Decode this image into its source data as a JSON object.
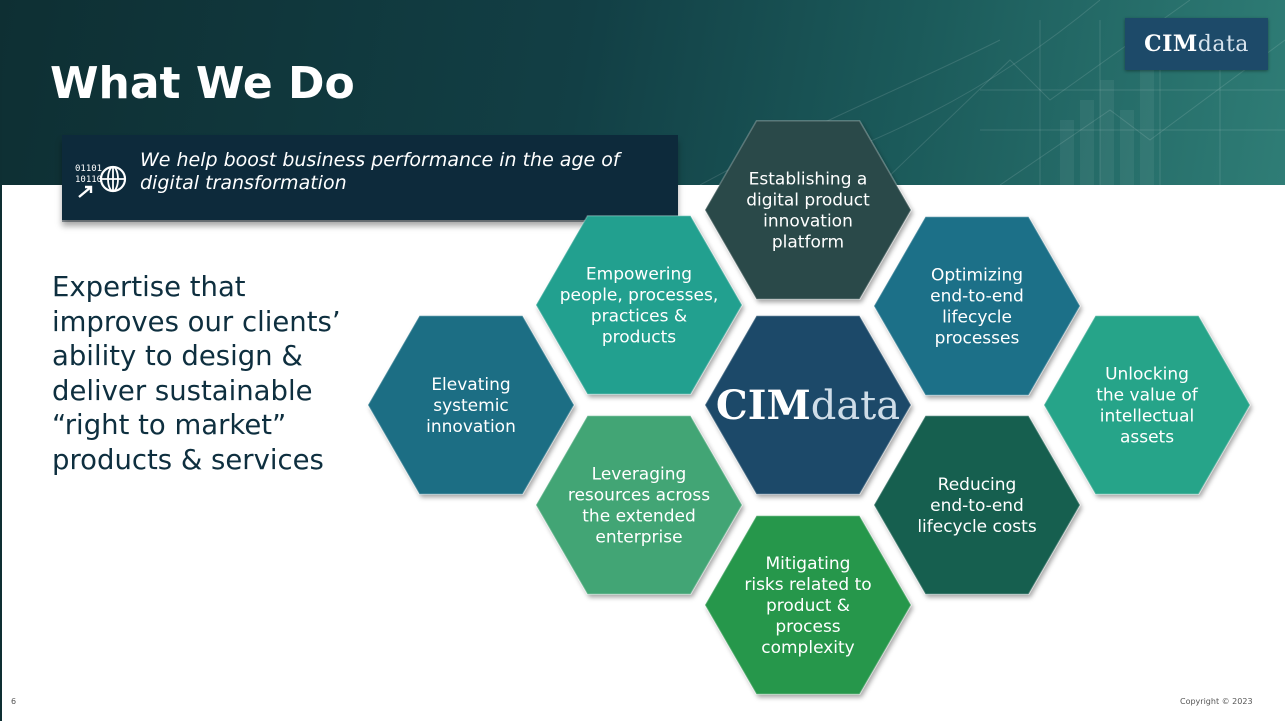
{
  "logo": {
    "part1": "CIM",
    "part2": "data"
  },
  "title": "What We Do",
  "tagline": {
    "icon": "digital-globe-icon",
    "icon_binary_top": "01101",
    "icon_binary_bottom": "10110",
    "text": "We help boost business performance in the age of digital transformation"
  },
  "expertise": "Expertise that improves our clients’ ability to design & deliver sustainable “right to market” products & services",
  "hexagons": {
    "center": {
      "logo_part1": "CIM",
      "logo_part2": "data",
      "color": "#1d4a69"
    },
    "top": {
      "lines": [
        "Establishing a",
        "digital product",
        "innovation",
        "platform"
      ],
      "color": "#2b4848"
    },
    "upper_left": {
      "lines": [
        "Empowering",
        "people, processes,",
        "practices &",
        "products"
      ],
      "color": "#22a08f"
    },
    "upper_right": {
      "lines": [
        "Optimizing",
        "end-to-end",
        "lifecycle",
        "processes"
      ],
      "color": "#1b6f88"
    },
    "far_left": {
      "lines": [
        "Elevating",
        "systemic",
        "innovation"
      ],
      "color": "#1b6e84"
    },
    "far_right": {
      "lines": [
        "Unlocking",
        "the value of",
        "intellectual",
        "assets"
      ],
      "color": "#28a489"
    },
    "lower_left": {
      "lines": [
        "Leveraging",
        "resources across",
        "the extended",
        "enterprise"
      ],
      "color": "#42a574"
    },
    "lower_right": {
      "lines": [
        "Reducing",
        "end-to-end",
        "lifecycle costs"
      ],
      "color": "#185f50"
    },
    "bottom": {
      "lines": [
        "Mitigating",
        "risks related to",
        "product &",
        "process",
        "complexity"
      ],
      "color": "#27974b"
    }
  },
  "footer": {
    "page_number": "6",
    "copyright": "Copyright © 2023"
  }
}
